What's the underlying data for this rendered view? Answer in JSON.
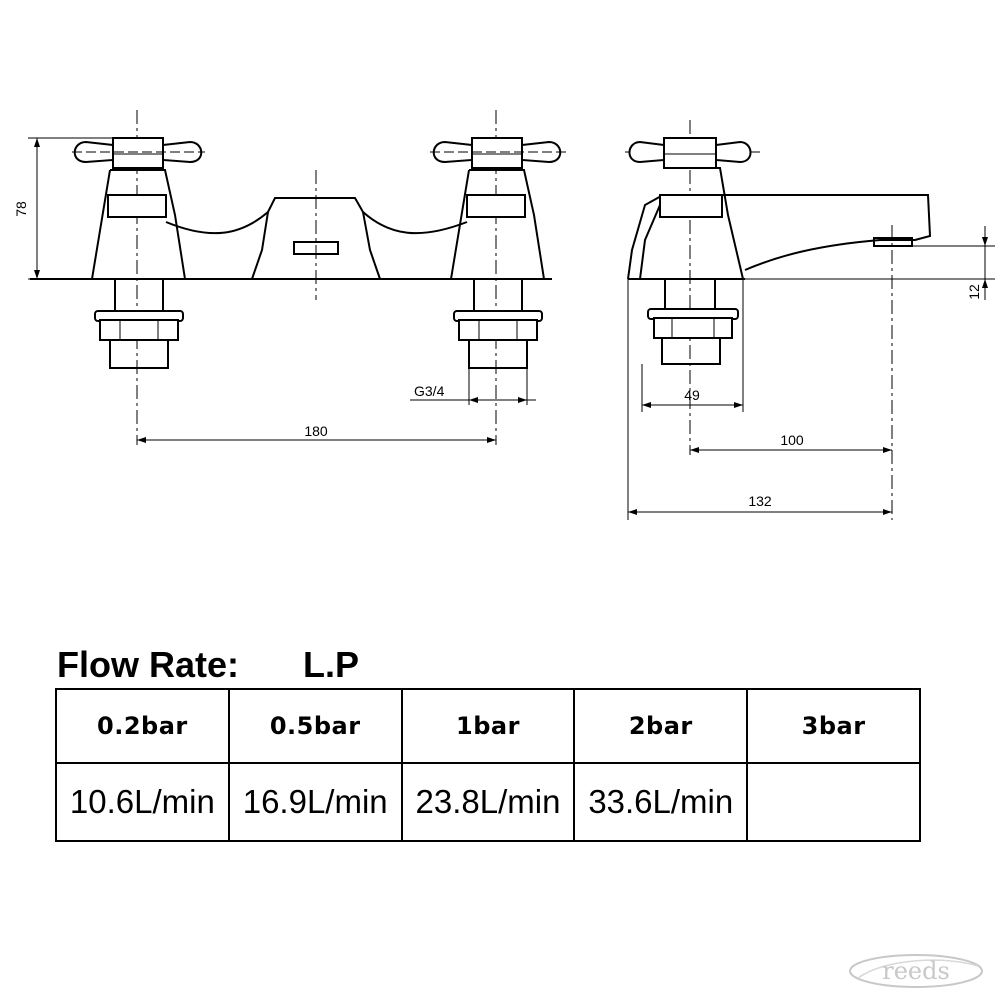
{
  "dimensions": {
    "height": "78",
    "spacing": "180",
    "thread": "G3/4",
    "spout_clearance": "12",
    "body_width": "49",
    "spout_reach": "100",
    "overall_depth": "132"
  },
  "flow_rate": {
    "heading": "Flow Rate:",
    "pressure_label": "L.P",
    "pressures": [
      "0.2bar",
      "0.5bar",
      "1bar",
      "2bar",
      "3bar"
    ],
    "rates": [
      "10.6L/min",
      "16.9L/min",
      "23.8L/min",
      "33.6L/min",
      ""
    ]
  },
  "logo": {
    "text": "reeds"
  },
  "colors": {
    "line": "#000000",
    "background": "#ffffff",
    "logo": "#c8c8c8"
  }
}
